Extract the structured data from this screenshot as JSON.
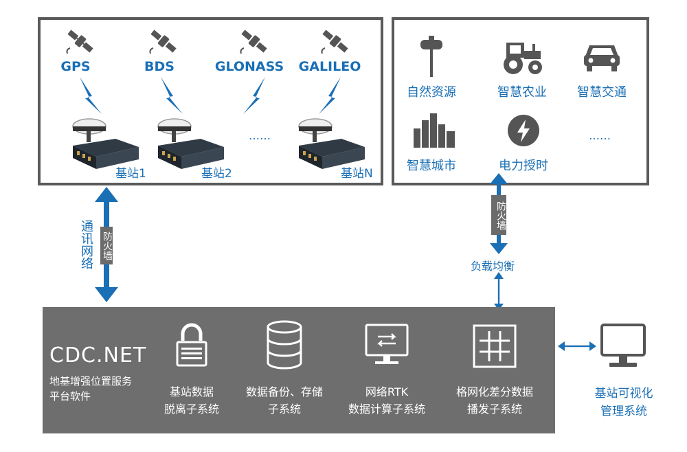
{
  "satellites": [
    "GPS",
    "BDS",
    "GLONASS",
    "GALILEO"
  ],
  "stations": [
    "基站1",
    "基站2",
    "基站N"
  ],
  "station_ellipsis": "……",
  "applications": [
    "自然资源",
    "智慧农业",
    "智慧交通",
    "智慧城市",
    "电力授时"
  ],
  "app_ellipsis": "……",
  "left_link": {
    "label": "通讯网络",
    "firewall": "防火墙"
  },
  "right_link": {
    "firewall": "防火墙",
    "label": "负载均衡"
  },
  "platform": {
    "name": "CDC.NET",
    "subtitle_line1": "地基增强位置服务",
    "subtitle_line2": "平台软件"
  },
  "subsystems": [
    {
      "icon": "lock-icon",
      "line1": "基站数据",
      "line2": "脱离子系统"
    },
    {
      "icon": "database-icon",
      "line1": "数据备份、存储",
      "line2": "子系统"
    },
    {
      "icon": "rtk-monitor-icon",
      "line1": "网络RTK",
      "line2": "数据计算子系统"
    },
    {
      "icon": "grid-icon",
      "line1": "格网化差分数据",
      "line2": "播发子系统"
    }
  ],
  "monitor": {
    "line1": "基站可视化",
    "line2": "管理系统"
  },
  "colors": {
    "accent": "#1a6fb5",
    "panel": "#6e6e6e",
    "border": "#5a5a5a"
  }
}
